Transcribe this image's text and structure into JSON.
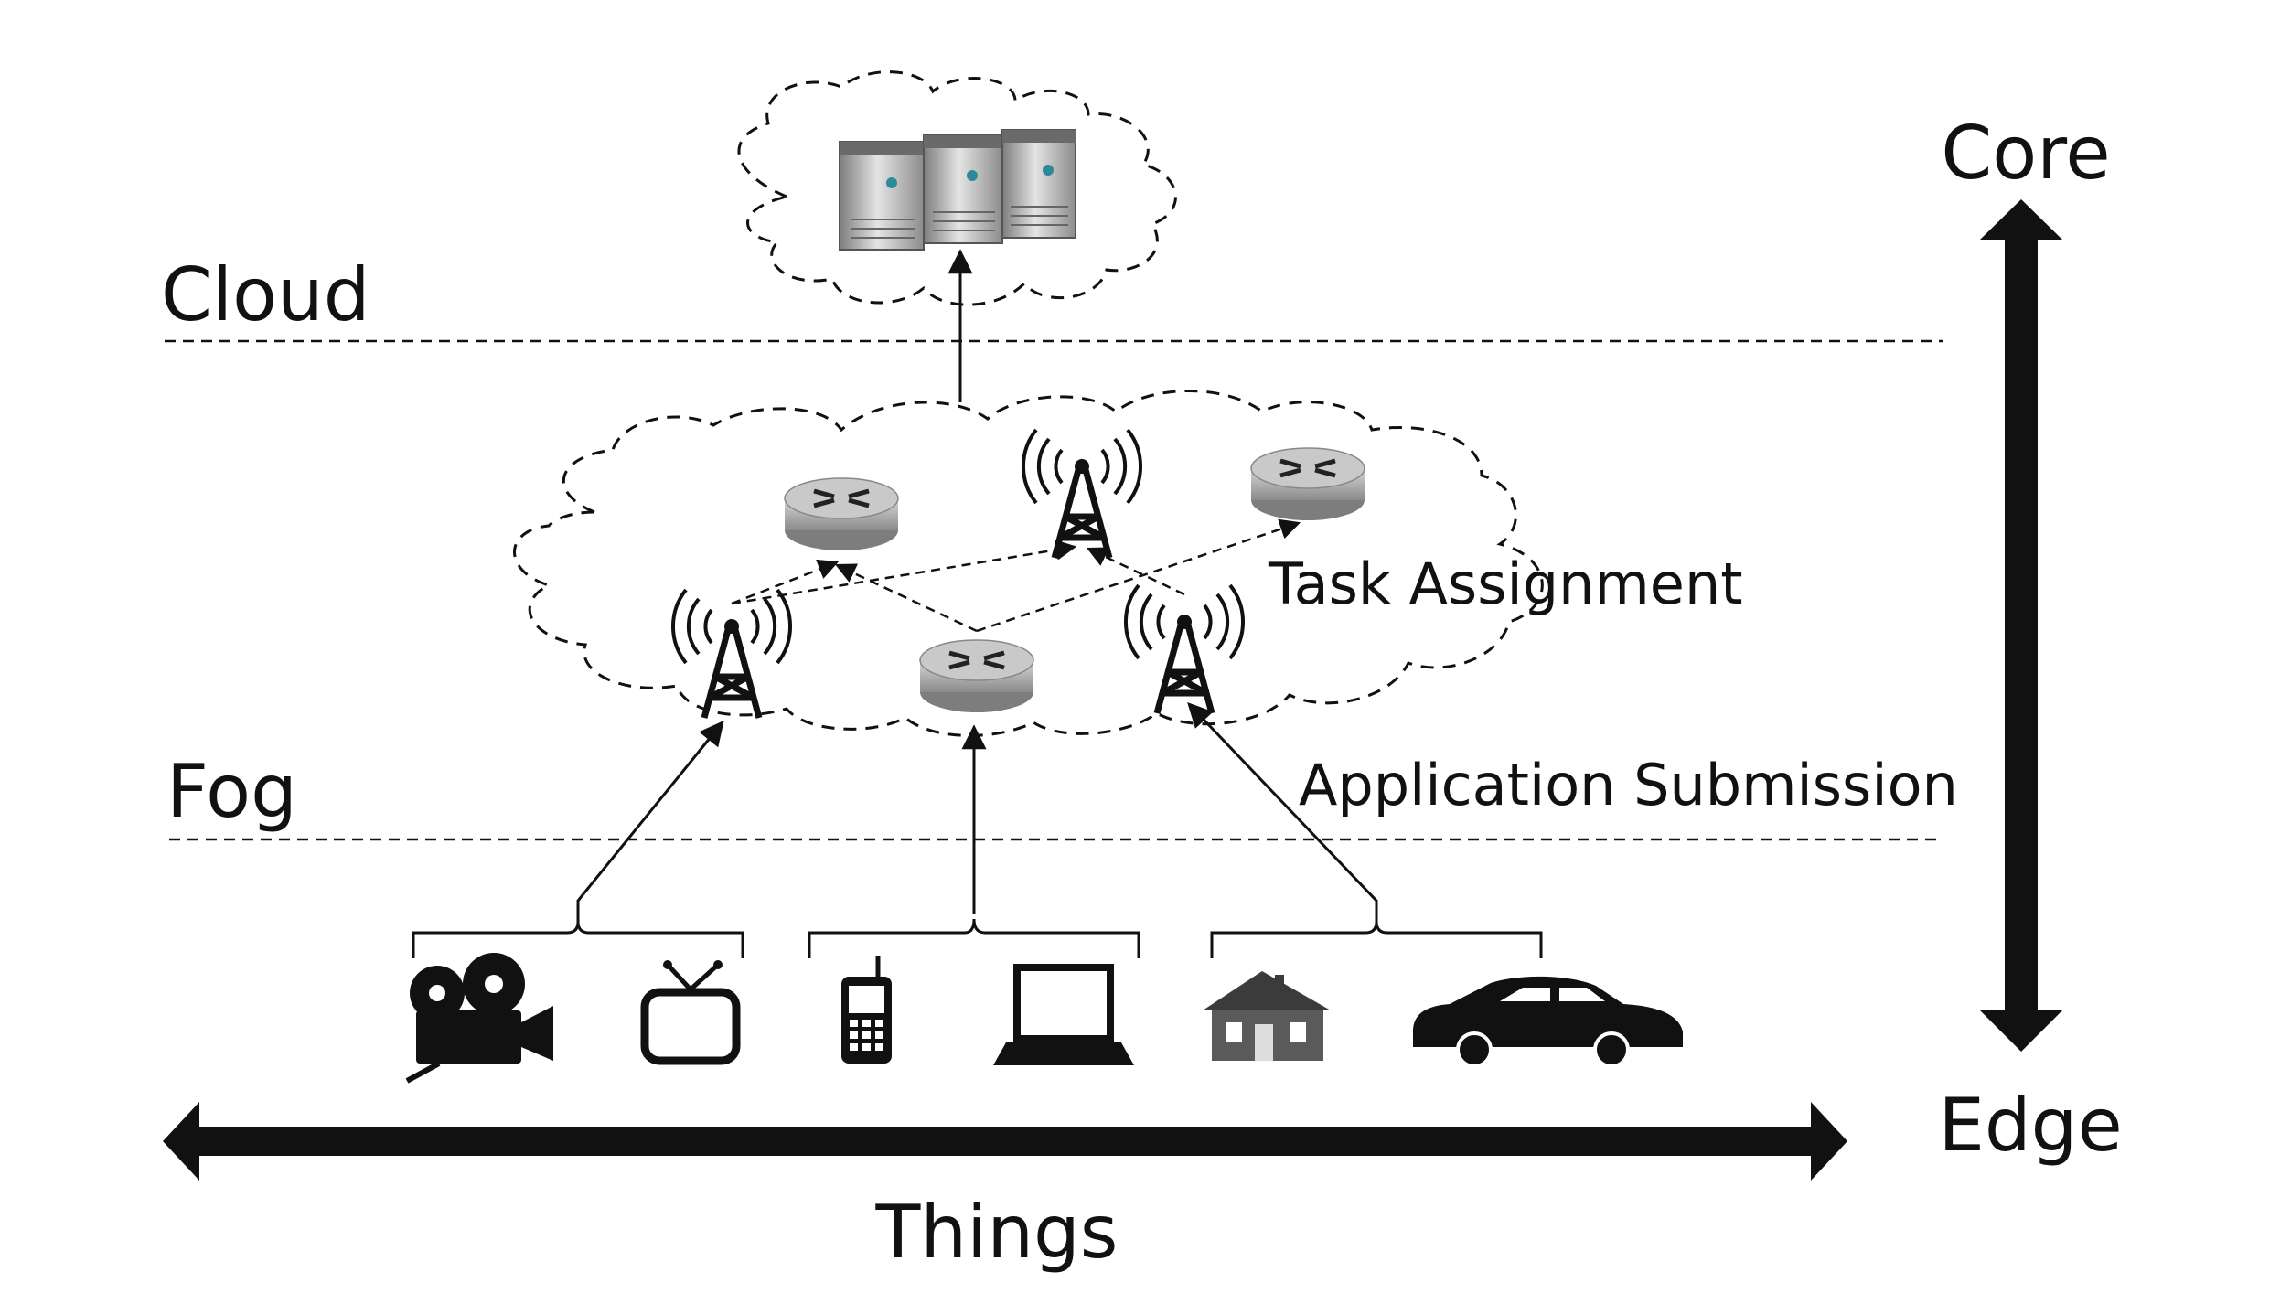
{
  "layers": {
    "cloud": "Cloud",
    "fog": "Fog"
  },
  "axis": {
    "core": "Core",
    "edge": "Edge",
    "things": "Things"
  },
  "annotations": {
    "task_assignment": "Task Assignment",
    "application_submission": "Application Submission"
  },
  "colors": {
    "ink": "#111111",
    "device_fill": "#b9b9b9",
    "router_fill": "#a8a8a8"
  },
  "icons": {
    "cloud_servers": "server-rack-icon",
    "fog_nodes": [
      "router-icon",
      "cell-tower-icon",
      "router-icon",
      "cell-tower-icon",
      "router-icon",
      "cell-tower-icon"
    ],
    "things": [
      "video-camera-icon",
      "television-icon",
      "mobile-phone-icon",
      "laptop-icon",
      "house-icon",
      "car-icon"
    ]
  }
}
